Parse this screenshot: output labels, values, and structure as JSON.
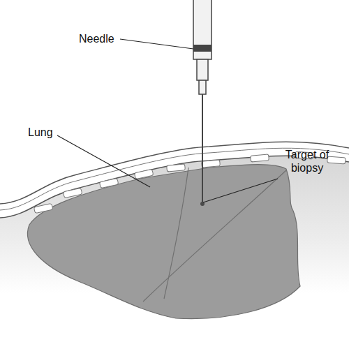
{
  "diagram": {
    "labels": [
      "Needle",
      "Lung",
      "Target of biopsy"
    ]
  }
}
